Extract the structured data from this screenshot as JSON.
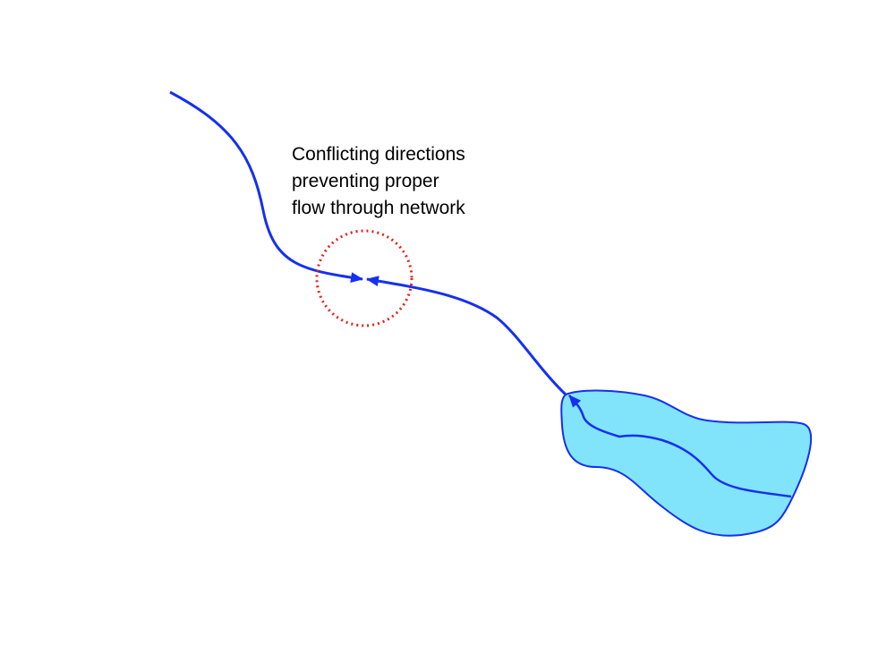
{
  "annotation": {
    "lines": [
      "Conflicting directions",
      "preventing proper",
      "flow through network"
    ]
  },
  "colors": {
    "stream_line": "#1530f0",
    "waterbody_fill": "#82e4fb",
    "waterbody_outline": "#1530f0",
    "conflict_circle": "#e8201c",
    "text": "#000000",
    "background": "#ffffff"
  }
}
